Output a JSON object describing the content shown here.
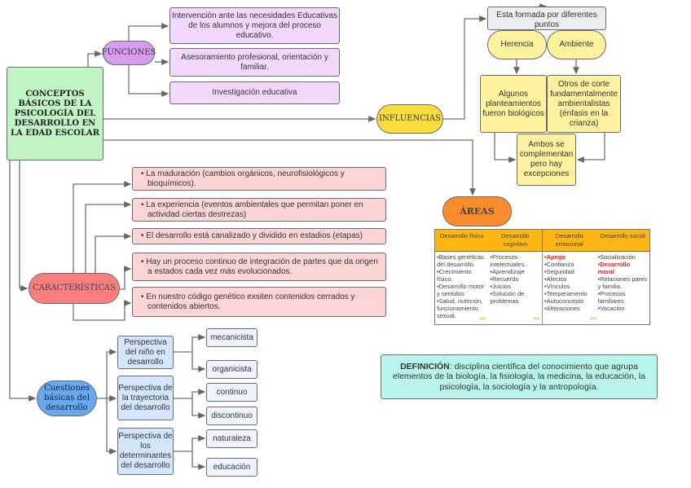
{
  "main_concept": "CONCEPTOS BÁSICOS DE LA PSICOLOGÍA DEL DESARROLLO EN LA EDAD ESCOLAR",
  "funciones": {
    "label": "FUNCIONES",
    "items": [
      "Intervención ante las necesidades Educativas de los alumnos y  mejora del proceso educativo.",
      "Asesoramiento profesional, orientación  y familiar.",
      "Investigación educativa"
    ]
  },
  "influencias": {
    "label": "INFLUENCIAS",
    "puntos": "Esta formada por diferentes puntos",
    "herencia": "Herencia",
    "ambiente": "Ambiente",
    "herencia_detail": "Algunos planteamientos fueron biológicos",
    "ambiente_detail": "Otros de corte fundamentalmente ambientalistas (énfasis en la crianza)",
    "conclusion": "Ambos se complementan pero hay excepciones"
  },
  "areas": {
    "label": "ÁREAS",
    "columns": [
      {
        "header": "Desarrollo físico",
        "items": [
          {
            "text": "•Bases genéticas del desarrollo",
            "highlight": false
          },
          {
            "text": "•Crecimiento físico.",
            "highlight": false
          },
          {
            "text": "•Desarrollo motor y sentidos",
            "highlight": false
          },
          {
            "text": "•Salud, nutrición, funcionamiento sexual.",
            "highlight": false
          }
        ]
      },
      {
        "header": "Desarrollo cognitivo",
        "items": [
          {
            "text": "•Procesos intelectuales.",
            "highlight": false
          },
          {
            "text": "•Aprendizaje",
            "highlight": false
          },
          {
            "text": "•Recuerdo",
            "highlight": false
          },
          {
            "text": "•Juicios",
            "highlight": false
          },
          {
            "text": "•Solución de problemas",
            "highlight": false
          }
        ]
      },
      {
        "header": "Desarrollo emocional",
        "items": [
          {
            "text": "•Apego",
            "highlight": true
          },
          {
            "text": "•Confianza",
            "highlight": false
          },
          {
            "text": "•Seguridad",
            "highlight": false
          },
          {
            "text": "•Afectos",
            "highlight": false
          },
          {
            "text": "•Vínculos",
            "highlight": false
          },
          {
            "text": "•Temperamento",
            "highlight": false
          },
          {
            "text": "•Autoconcepto",
            "highlight": false
          },
          {
            "text": "•Alteraciones",
            "highlight": false
          }
        ]
      },
      {
        "header": "Desarrollo social",
        "items": [
          {
            "text": "•Socialización",
            "highlight": false
          },
          {
            "text": "•Desarrollo moral",
            "highlight": true
          },
          {
            "text": "•Relaciones pares y familia.",
            "highlight": false
          },
          {
            "text": "•Procesos familiares",
            "highlight": false
          },
          {
            "text": "•Vocación",
            "highlight": false
          }
        ]
      }
    ]
  },
  "caracteristicas": {
    "label": "CARACTERÍSTICAS",
    "items": [
      "• La maduración (cambios orgánicos, neurofisiológicos y bioquímicos).",
      "• La experiencia (eventos ambientales que permitan poner en actividad ciertas destrezas)",
      "• El desarrollo está canalizado y dividido en estadios (etapas)",
      "• Hay un proceso continuo de integración de partes que da origen a estados cada vez más evolucionados.",
      "• En nuestro código genético exsiten contenidos cerrados  y contenidos abiertos."
    ]
  },
  "cuestiones": {
    "label": "Cuestiones básicas del desarrollo",
    "perspectivas": [
      {
        "label": "Perspectiva del niño en desarrollo",
        "options": [
          "mecanicista",
          "organicista"
        ]
      },
      {
        "label": "Perspectiva de la trayectoria del desarrollo",
        "options": [
          "continuo",
          "discontinuo"
        ]
      },
      {
        "label": "Perspectiva de los determinantes del desarrollo",
        "options": [
          "naturaleza",
          "educación"
        ]
      }
    ]
  },
  "definicion": {
    "label": "DEFINICIÓN",
    "text": ": disciplina científica del conocimiento que agrupa elementos de la biología, la fisiología, la medicina, la educación, la psicología, la sociología y la antropología."
  },
  "colors": {
    "main": "#c2f5c5",
    "funciones": "#d89cf0",
    "influencias": "#fbdd3d",
    "areas": "#fb8c2c",
    "caracteristicas": "#f97f7c",
    "cuestiones": "#66a9f2",
    "definicion": "#b8f4ec",
    "table_header": "#fdb614",
    "highlight_text": "#e0201c"
  }
}
